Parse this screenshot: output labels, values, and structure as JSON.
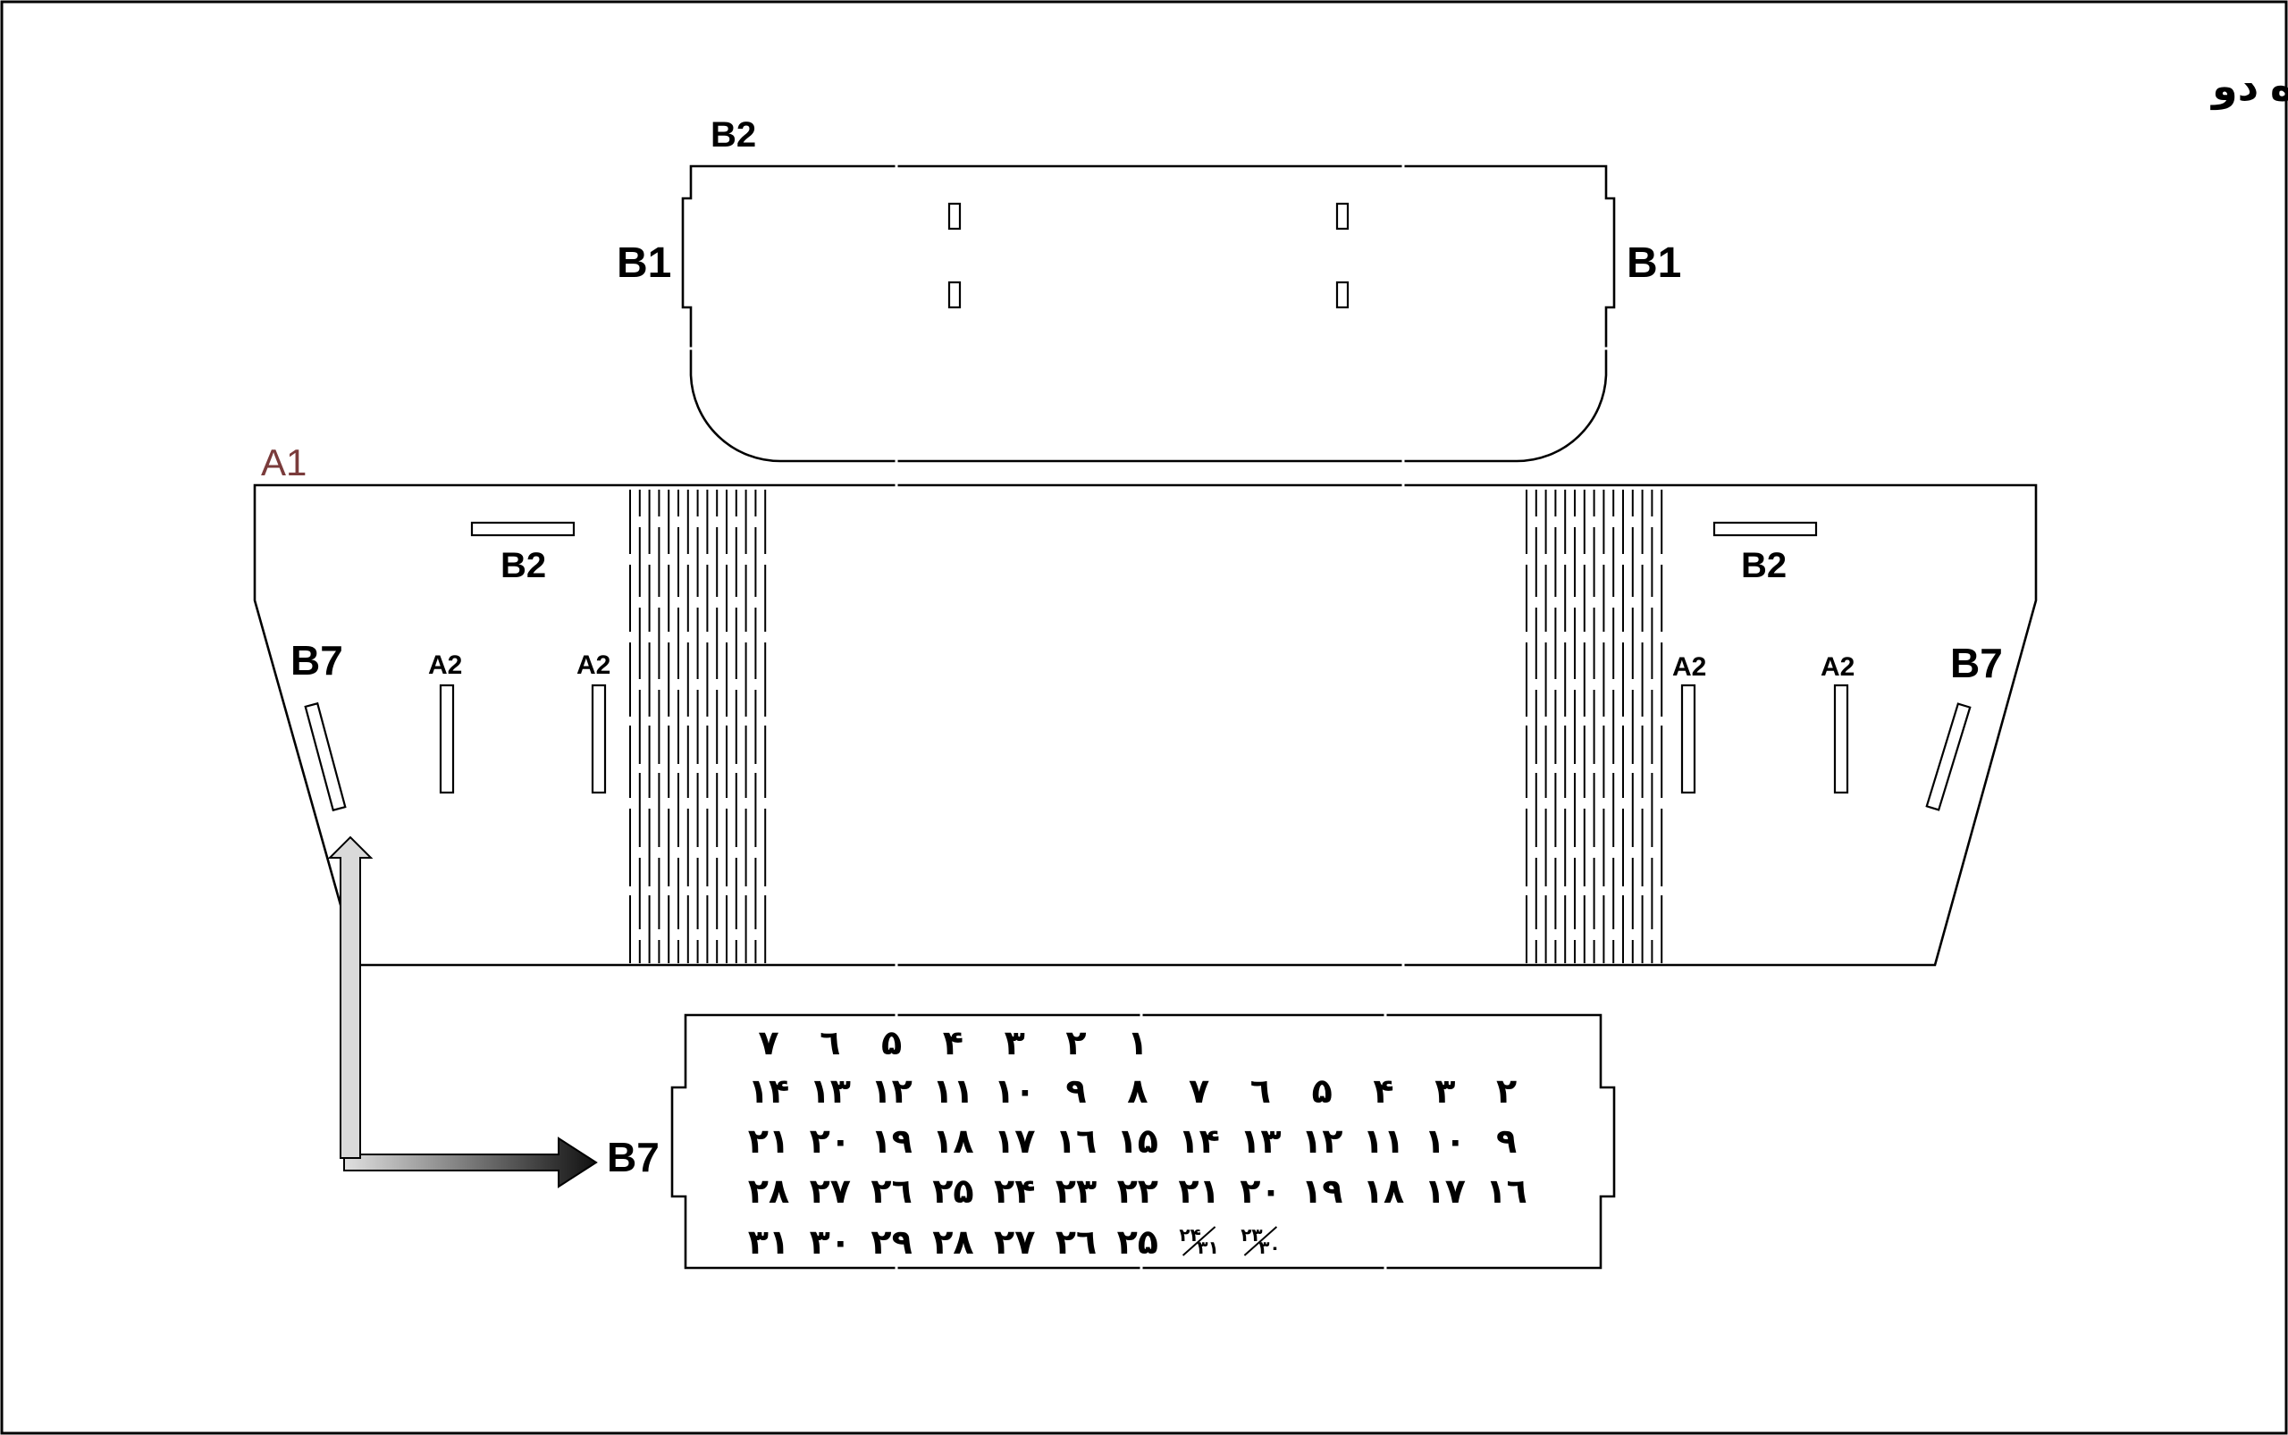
{
  "title": "شماره دو",
  "colors": {
    "line": "#000000",
    "a1_label": "#7a3b3b",
    "arrow_dark": "#1a1a1a",
    "arrow_light": "#d9d9d9"
  },
  "labels": {
    "b2_top": "B2",
    "b1_left": "B1",
    "b1_right": "B1",
    "a1": "A1",
    "b2_left": "B2",
    "b2_right": "B2",
    "b7_left": "B7",
    "b7_right": "B7",
    "a2_1": "A2",
    "a2_2": "A2",
    "a2_3": "A2",
    "a2_4": "A2",
    "b7_calendar": "B7"
  },
  "calendar_rows": [
    [
      "۷",
      "٦",
      "۵",
      "۴",
      "۳",
      "۲",
      "۱"
    ],
    [
      "۱۴",
      "۱۳",
      "۱۲",
      "۱۱",
      "۱۰",
      "۹",
      "۸",
      "۷",
      "٦",
      "۵",
      "۴",
      "۳",
      "۲"
    ],
    [
      "۲۱",
      "۲۰",
      "۱۹",
      "۱۸",
      "۱۷",
      "۱٦",
      "۱۵",
      "۱۴",
      "۱۳",
      "۱۲",
      "۱۱",
      "۱۰",
      "۹"
    ],
    [
      "۲۸",
      "۲۷",
      "۲٦",
      "۲۵",
      "۲۴",
      "۲۳",
      "۲۲",
      "۲۱",
      "۲۰",
      "۱۹",
      "۱۸",
      "۱۷",
      "۱٦"
    ],
    [
      "۳۱",
      "۳۰",
      "۲۹",
      "۲۸",
      "۲۷",
      "۲٦",
      "۲۵"
    ]
  ],
  "calendar_split_cells": [
    {
      "top": "۲۴",
      "bottom": "۳۱"
    },
    {
      "top": "۲۳",
      "bottom": "۳۰"
    }
  ]
}
